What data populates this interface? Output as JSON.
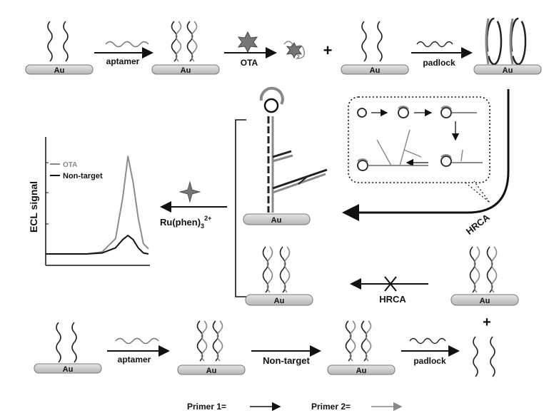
{
  "electrode_label": "Au",
  "top_row": {
    "step1_label": "aptamer",
    "step2_label": "OTA",
    "plus": "+",
    "step3_label": "padlock"
  },
  "middle": {
    "amplification_label": "HRCA",
    "reagent_label_main": "Ru(phen)",
    "reagent_sub": "3",
    "reagent_sup": "2+",
    "blocked_label": "HRCA"
  },
  "chart": {
    "ylabel": "ECL signal",
    "legend": [
      {
        "name": "OTA",
        "color": "#8c8c8c"
      },
      {
        "name": "Non-target",
        "color": "#111111"
      }
    ]
  },
  "chart_data": {
    "type": "line",
    "ylabel": "ECL signal",
    "series": [
      {
        "name": "OTA",
        "x": [
          0,
          0.2,
          0.4,
          0.55,
          0.68,
          0.75,
          0.8,
          0.85,
          0.9,
          0.95,
          1.0
        ],
        "y": [
          0,
          0,
          0,
          0.02,
          0.15,
          0.55,
          0.95,
          0.7,
          0.35,
          0.1,
          0.05
        ]
      },
      {
        "name": "Non-target",
        "x": [
          0,
          0.2,
          0.4,
          0.55,
          0.68,
          0.75,
          0.8,
          0.85,
          0.9,
          0.95,
          1.0
        ],
        "y": [
          0,
          0,
          0,
          0.01,
          0.06,
          0.14,
          0.18,
          0.14,
          0.06,
          0.01,
          0
        ]
      }
    ]
  },
  "bottom_row": {
    "step1_label": "aptamer",
    "step2_label": "Non-target",
    "step3_label": "padlock",
    "plus": "+"
  },
  "legend_bottom": {
    "primer1": "Primer 1=",
    "primer2": "Primer 2="
  }
}
